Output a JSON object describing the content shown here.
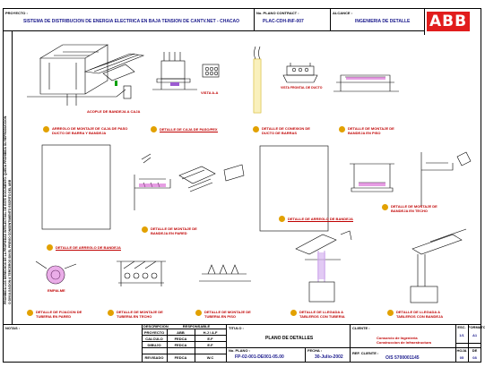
{
  "header": {
    "project_label": "PROYECTO :",
    "project_title": "SISTEMA DE DISTRIBUCION DE ENERGIA ELECTRICA EN BAJA TENSION DE CANTV.NET - CHACAO",
    "contract_label": "No. PLANO CONTRACT :",
    "contract_value": "PLAC-CDH-INF-007",
    "scope_label": "ALCANCE :",
    "scope_value": "INGENIERIA DE DETALLE",
    "logo": "ABB"
  },
  "side_note": {
    "line1": "PROHIBIDA LOS DERECHOS DE LA PROPIEDAD INTELECTUAL DE ESTE DOCUMENTO. QUEDA PROHIBIDA SU REPRODUCCION",
    "line2": "O DIVULGACION A TERCEROS SIN EL PREVIO CONSENTIMIENTO ESCRITO DEL ABB"
  },
  "details": {
    "vista_aa": "VISTA A-A",
    "vista_frontal": "VISTA FRONTAL DE DUCTO",
    "acople": "ACOPLE DE BANDEJA A CAJA",
    "empalme": "EMPALME",
    "c1": "ARREGLO DE MONTAJE DE CAJA DE PASO DUCTO DE BARRA Y BANDEJA",
    "c2": "DETALLE DE CAJA DE PASO/PEX",
    "c3": "DETALLE DE CONEXION DE DUCTO DE BARRAS",
    "c4": "DETALLE DE MONTAJE DE BANDEJA EN PISO",
    "c5": "DETALLE DE MONTAJE DE BANDEJA EN PARED",
    "c6": "DETALLE DE ARREGLO DE BANDEJA",
    "c7": "DETALLE DE MONTAJE DE BANDEJA EN TECHO",
    "c8": "DETALLE DE ARREGLO DE BANDEJA",
    "c9": "DETALLE DE FIJACION DE TUBERIA EN PARED",
    "c10": "DETALLE DE MONTAJE DE TUBERIA EN TECHO",
    "c11": "DETALLE DE MONTAJE DE TUBERIA EN PISO",
    "c12": "DETALLE DE LLEGADA A TABLEROS CON TUBERIA",
    "c13": "DETALLE DE LLEGADA A TABLEROS CON BANDEJA"
  },
  "title_block": {
    "notes_label": "NOTAS :",
    "col_descripcion": "DESCRIPCION",
    "col_responsable": "RESPONSABLE",
    "rows": [
      {
        "label": "PROYECTO",
        "who": "ABB",
        "init": "H.J / A.F"
      },
      {
        "label": "CALCULO",
        "who": "FEDCA",
        "init": "E.F"
      },
      {
        "label": "DIBUJO",
        "who": "FEDCA",
        "init": "E.F"
      },
      {
        "label": "REVISADO",
        "who": "FEDCA",
        "init": "W.C"
      }
    ],
    "titulo_label": "TITULO :",
    "titulo_value": "PLANO DE DETALLES",
    "plano_label": "No. PLANO :",
    "plano_value": "FP-02-001-DE001-05.00",
    "fecha_label": "FECHA :",
    "fecha_value": "30-Julio-2002",
    "cliente_label": "CLIENTE :",
    "cliente_value1": "Consorcio de Ingenieria",
    "cliente_value2": "Construccion de Infraestructura",
    "ref_label": "REF. CLIENTE :",
    "ref_value": "O/S 5700001145",
    "esc_label": "ESC.",
    "esc_value": "1/1",
    "formato_label": "FORMATO",
    "formato_value": "A1",
    "hoja_label": "HOJA",
    "hoja_value": "05",
    "de_label": "DE",
    "de_value": "08"
  }
}
